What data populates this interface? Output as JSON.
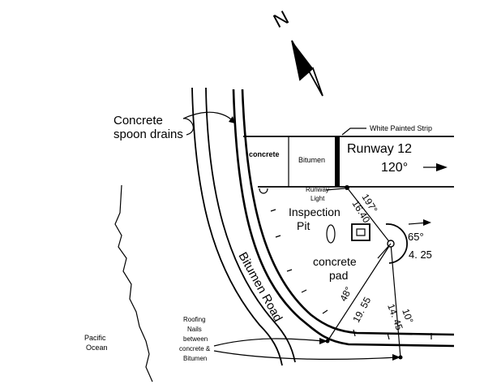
{
  "north": {
    "label": "N",
    "icon": "north-arrow-icon"
  },
  "labels": {
    "drains_line1": "Concrete",
    "drains_line2": "spoon drains",
    "white_strip": "White Painted Strip",
    "concrete_cell": "concrete",
    "bitumen_cell": "Bitumen",
    "runway": "Runway 12",
    "runway_heading": "120°",
    "runway_light_1": "Runway",
    "runway_light_2": "Light",
    "pit_1": "Inspection",
    "pit_2": "Pit",
    "pad_1": "concrete",
    "pad_2": "pad",
    "road": "Bitumen Road",
    "ocean_1": "Pacific",
    "ocean_2": "Ocean",
    "nails_1": "Roofing",
    "nails_2": "Nails",
    "nails_3": "between",
    "nails_4": "concrete &",
    "nails_5": "Bitumen"
  },
  "measurements": {
    "bearing_197": "197°",
    "dist_1640": "16.40",
    "angle_65": "65°",
    "dist_425": "4. 25",
    "bearing_48": "48°",
    "dist_1955": "19. 55",
    "dist_1445": "14. 45",
    "bearing_10": "10°"
  },
  "colors": {
    "ink": "#000000",
    "paper": "#ffffff"
  }
}
